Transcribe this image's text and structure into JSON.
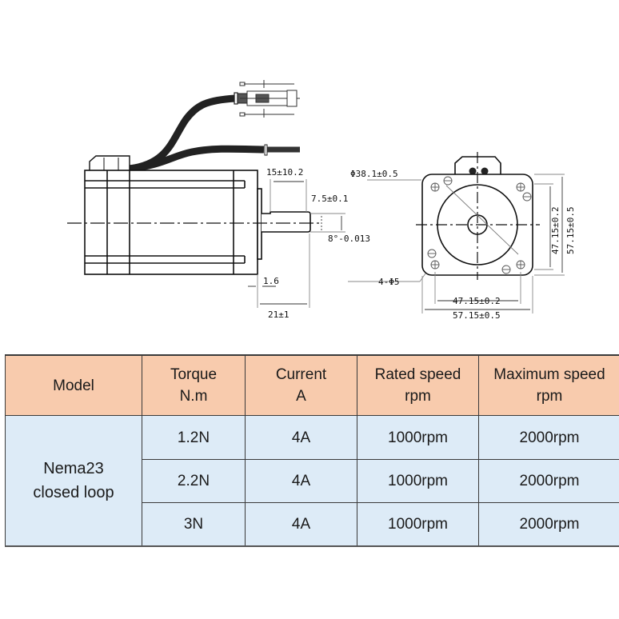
{
  "drawing": {
    "side_view": {
      "dims": {
        "shaft_length": "15±10.2",
        "key_flat": "7.5±0.1",
        "shaft_dia": "8°-0.013",
        "flange_thickness": "1.6",
        "shaft_ext": "21±1"
      }
    },
    "front_view": {
      "dims": {
        "pilot_dia": "Φ38.1±0.5",
        "holes": "4-Φ5",
        "hole_spacing_h": "47.15±0.2",
        "body_width": "57.15±0.5",
        "hole_spacing_v": "47.15±0.2",
        "body_height": "57.15±0.5"
      }
    }
  },
  "table": {
    "headers": [
      {
        "line1": "Model",
        "line2": ""
      },
      {
        "line1": "Torque",
        "line2": "N.m"
      },
      {
        "line1": "Current",
        "line2": "A"
      },
      {
        "line1": "Rated speed",
        "line2": "rpm"
      },
      {
        "line1": "Maximum speed",
        "line2": "rpm"
      }
    ],
    "model": {
      "line1": "Nema23",
      "line2": "closed loop"
    },
    "rows": [
      {
        "torque": "1.2N",
        "current": "4A",
        "rated": "1000rpm",
        "max": "2000rpm"
      },
      {
        "torque": "2.2N",
        "current": "4A",
        "rated": "1000rpm",
        "max": "2000rpm"
      },
      {
        "torque": "3N",
        "current": "4A",
        "rated": "1000rpm",
        "max": "2000rpm"
      }
    ],
    "colors": {
      "header_bg": "#f8cbad",
      "body_bg": "#ddebf7",
      "border": "#3a3a3a"
    }
  }
}
